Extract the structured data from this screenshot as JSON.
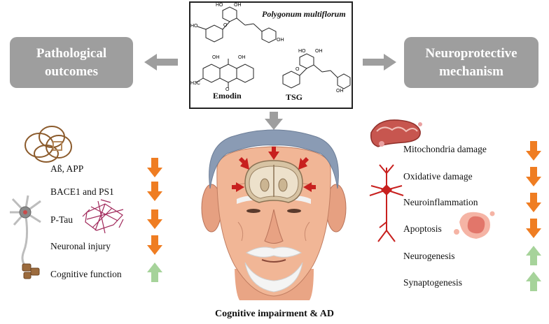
{
  "left_box": {
    "line1": "Pathological",
    "line2": "outcomes"
  },
  "right_box": {
    "line1": "Neuroprotective",
    "line2": "mechanism"
  },
  "center": {
    "plant_name": "Polygonum multiflorum",
    "compound1": "Emodin",
    "compound2": "TSG"
  },
  "caption": "Cognitive impairment & AD",
  "left_items": [
    {
      "label": "Aß, APP",
      "direction": "down"
    },
    {
      "label": "BACE1 and PS1",
      "direction": "down"
    },
    {
      "label": "P-Tau",
      "direction": "down"
    },
    {
      "label": "Neuronal injury",
      "direction": "down"
    },
    {
      "label": "Cognitive function",
      "direction": "up"
    }
  ],
  "right_items": [
    {
      "label": "Mitochondria damage",
      "direction": "down"
    },
    {
      "label": "Oxidative damage",
      "direction": "down"
    },
    {
      "label": "Neuroinflammation",
      "direction": "down"
    },
    {
      "label": "Apoptosis",
      "direction": "down"
    },
    {
      "label": "Neurogenesis",
      "direction": "up"
    },
    {
      "label": "Synaptogenesis",
      "direction": "up"
    }
  ],
  "chem_labels": {
    "ho": "HO",
    "oh": "OH",
    "o": "O",
    "h3c": "H3C"
  },
  "colors": {
    "down_arrow": "#ef7d22",
    "up_arrow": "#a6d39a",
    "box_gray": "#9e9e9e",
    "connector_gray": "#9e9e9e",
    "brain_arrow": "#c8201e"
  }
}
